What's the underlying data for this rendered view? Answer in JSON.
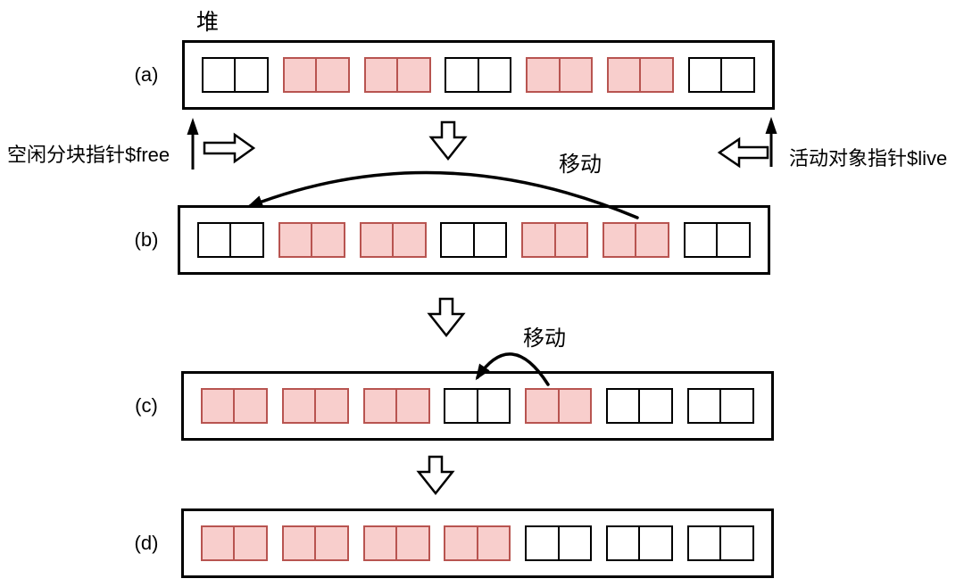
{
  "diagram": {
    "heap_title": "堆",
    "move_label": "移动",
    "pointers": {
      "free_label": "空闲分块指针$free",
      "live_label": "活动对象指针$live"
    },
    "colors": {
      "live_fill": "#f8cecc",
      "live_stroke": "#b85450",
      "free_fill": "#ffffff",
      "stroke": "#000000"
    },
    "rows": [
      {
        "id": "a",
        "label": "(a)",
        "blocks": [
          "free",
          "live",
          "live",
          "free",
          "live",
          "live",
          "free"
        ]
      },
      {
        "id": "b",
        "label": "(b)",
        "blocks": [
          "free",
          "live",
          "live",
          "free",
          "live",
          "live",
          "free"
        ],
        "move": {
          "from_block": 6,
          "to_block": 1
        }
      },
      {
        "id": "c",
        "label": "(c)",
        "blocks": [
          "live",
          "live",
          "live",
          "free",
          "live",
          "free",
          "free"
        ],
        "move": {
          "from_block": 5,
          "to_block": 4
        }
      },
      {
        "id": "d",
        "label": "(d)",
        "blocks": [
          "live",
          "live",
          "live",
          "live",
          "free",
          "free",
          "free"
        ]
      }
    ]
  }
}
